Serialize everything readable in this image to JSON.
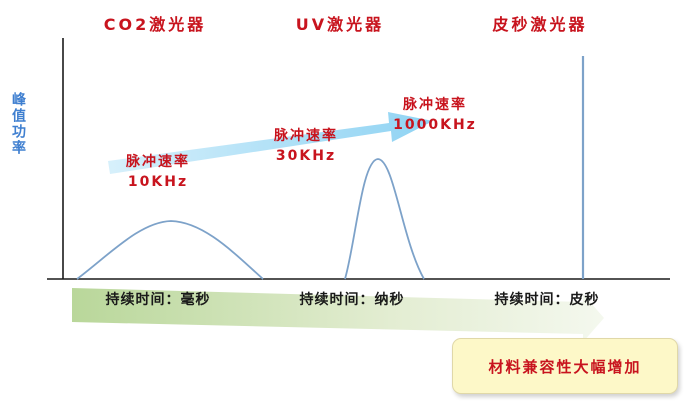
{
  "labels": {
    "co2_laser": "CO2激光器",
    "uv_laser": "UV激光器",
    "ps_laser": "皮秒激光器",
    "y_axis": "峰值功率"
  },
  "rates": [
    {
      "title": "脉冲速率",
      "value": "10KHz"
    },
    {
      "title": "脉冲速率",
      "value": "30KHz"
    },
    {
      "title": "脉冲速率",
      "value": "1000KHz"
    }
  ],
  "durations": [
    "持续时间：毫秒",
    "持续时间：纳秒",
    "持续时间：皮秒"
  ],
  "result": "材料兼容性大幅增加",
  "colors": {
    "red_text": "#c8141e",
    "curve": "#7da2c9",
    "rate_arrow": "#a7dcf5",
    "bottom_arrow": "#dfe9c9",
    "result_bg": "#fdf8c8",
    "axis_label": "#3f7fd0"
  }
}
